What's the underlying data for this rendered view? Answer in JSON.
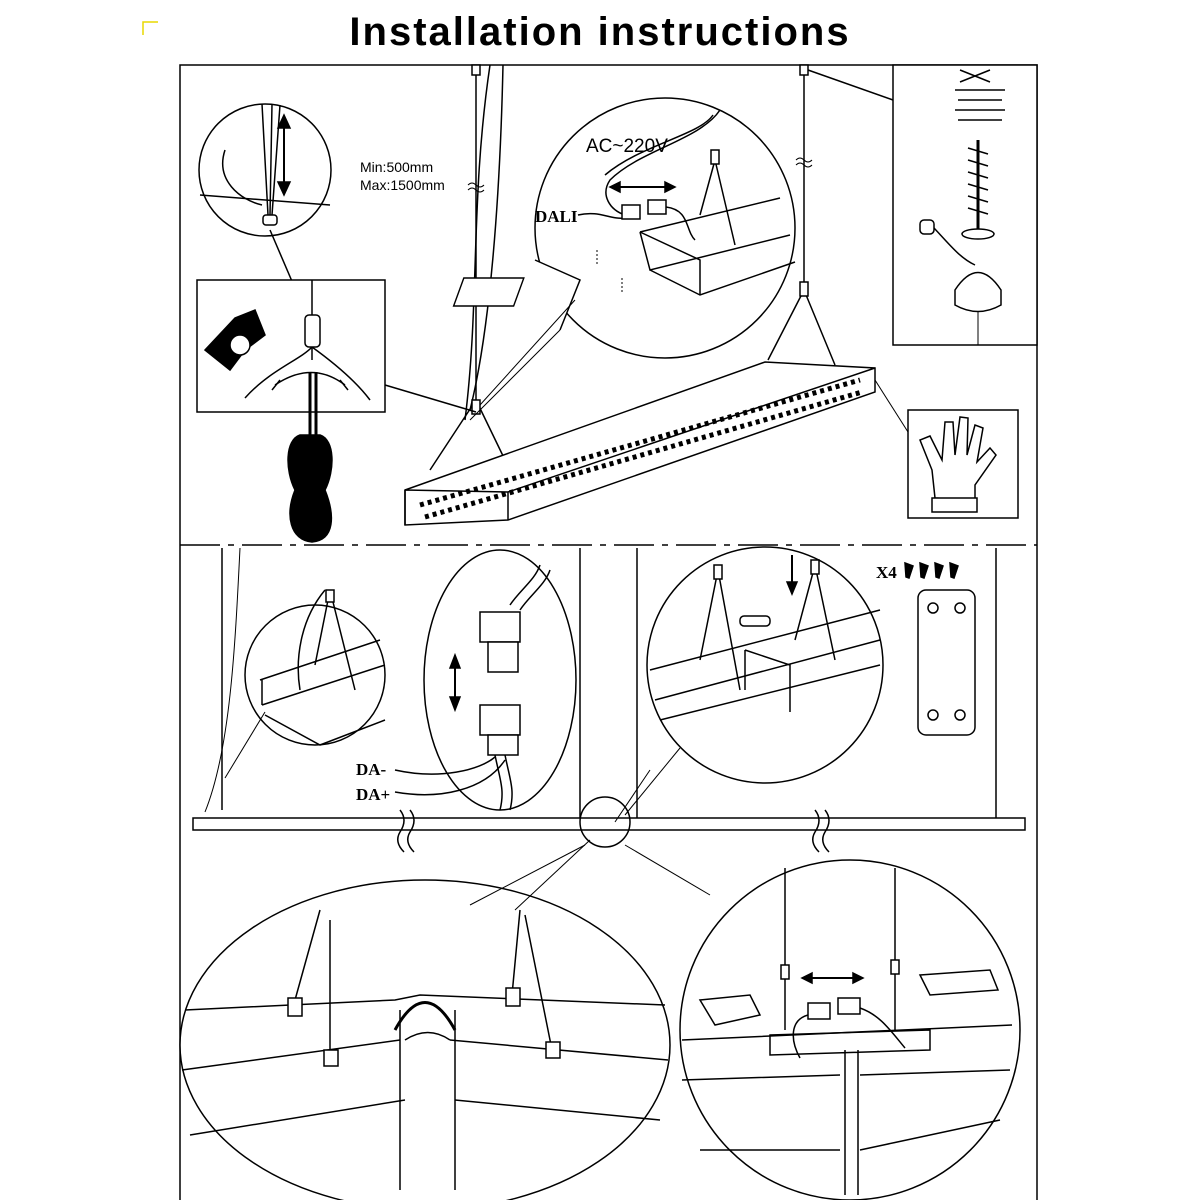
{
  "title": "Installation instructions",
  "labels": {
    "min_length": "Min:500mm",
    "max_length": "Max:1500mm",
    "power": "AC~220V",
    "dali": "DALI",
    "screw_count": "X4",
    "da_minus": "DA-",
    "da_plus": "DA+"
  }
}
